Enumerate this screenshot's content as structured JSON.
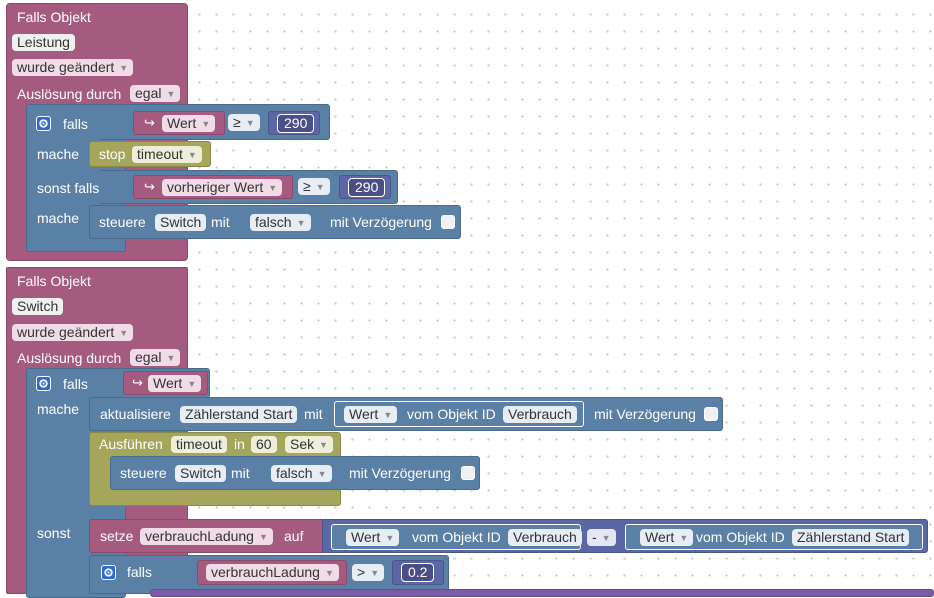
{
  "block1": {
    "header": "Falls Objekt",
    "object": "Leistung",
    "trigger": "wurde geändert",
    "trigger_by_label": "Auslösung durch",
    "trigger_by_value": "egal",
    "if_label": "falls",
    "if_var": "Wert",
    "if_op": "≥",
    "if_num": "290",
    "do_label": "mache",
    "stop_label": "stop",
    "stop_value": "timeout",
    "elseif_label": "sonst falls",
    "elseif_var": "vorheriger Wert",
    "elseif_op": "≥",
    "elseif_num": "290",
    "do2_label": "mache",
    "ctl_label": "steuere",
    "ctl_obj": "Switch",
    "ctl_with": "mit",
    "ctl_value": "falsch",
    "ctl_delay": "mit Verzögerung"
  },
  "block2": {
    "header": "Falls Objekt",
    "object": "Switch",
    "trigger": "wurde geändert",
    "trigger_by_label": "Auslösung durch",
    "trigger_by_value": "egal",
    "if_label": "falls",
    "if_var": "Wert",
    "do_label": "mache",
    "update_label": "aktualisiere",
    "update_obj": "Zählerstand Start",
    "update_with": "mit",
    "update_value": "Wert",
    "update_of": "vom Objekt ID",
    "update_src": "Verbrauch",
    "update_delay": "mit Verzögerung",
    "exec_label": "Ausführen",
    "exec_name": "timeout",
    "exec_in": "in",
    "exec_num": "60",
    "exec_unit": "Sek",
    "inner_ctl_label": "steuere",
    "inner_ctl_obj": "Switch",
    "inner_ctl_with": "mit",
    "inner_ctl_value": "falsch",
    "inner_ctl_delay": "mit Verzögerung",
    "else_label": "sonst",
    "set_label": "setze",
    "set_var": "verbrauchLadung",
    "set_to": "auf",
    "minus_a_val": "Wert",
    "minus_a_of": "vom Objekt ID",
    "minus_a_src": "Verbrauch",
    "minus_op": "-",
    "minus_b_val": "Wert",
    "minus_b_of": "vom Objekt ID",
    "minus_b_src": "Zählerstand Start",
    "if2_label": "falls",
    "if2_var": "verbrauchLadung",
    "if2_op": ">",
    "if2_num": "0.2"
  },
  "colors": {
    "event": "#a55b80",
    "control": "#5b80a5",
    "timer": "#a5a55b",
    "math": "#5b67a5",
    "workspace": "#ffffff"
  }
}
